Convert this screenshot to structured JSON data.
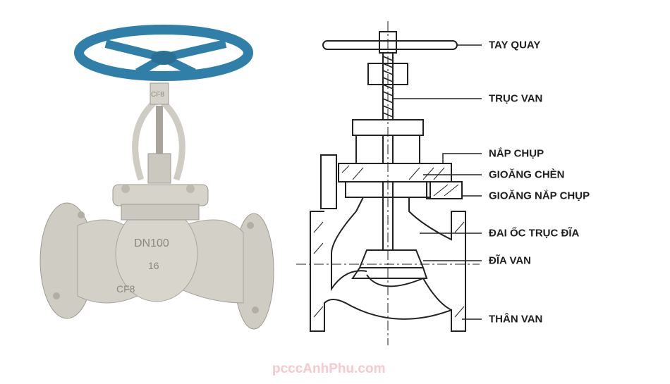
{
  "labels": {
    "handwheel": "TAY QUAY",
    "stem": "TRỤC VAN",
    "bonnet_cap": "NẮP CHỤP",
    "packing_gasket": "GIOĂNG CHÈN",
    "bonnet_gasket": "GIOĂNG NẮP CHỤP",
    "disc_stem_nut": "ĐAI ỐC TRỤC ĐĨA",
    "disc": "ĐĨA VAN",
    "body": "THÂN VAN"
  },
  "photo_markings": [
    "CF8",
    "DN100",
    "16",
    "CF8"
  ],
  "watermark": "pcccAnhPhu.com",
  "colors": {
    "handwheel": "#2f7fa8",
    "body": "#c9c6bd",
    "watermark": "#f6c9cf",
    "label": "#1e1e1e"
  }
}
